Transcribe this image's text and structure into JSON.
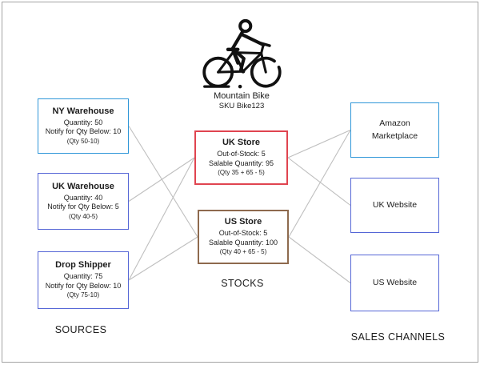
{
  "product": {
    "name": "Mountain Bike",
    "sku": "SKU Bike123",
    "icon": "mountain-bike-icon"
  },
  "column_labels": {
    "sources": "SOURCES",
    "stocks": "STOCKS",
    "channels": "SALES CHANNELS"
  },
  "sources": [
    {
      "id": "ny-warehouse",
      "title": "NY Warehouse",
      "line1": "Quantity: 50",
      "line2": "Notify for Qty Below: 10",
      "formula": "(Qty 50-10)",
      "border_color": "#2e96d8"
    },
    {
      "id": "uk-warehouse",
      "title": "UK Warehouse",
      "line1": "Quantity: 40",
      "line2": "Notify for Qty Below: 5",
      "formula": "(Qty 40-5)",
      "border_color": "#5566d6"
    },
    {
      "id": "drop-shipper",
      "title": "Drop Shipper",
      "line1": "Quantity: 75",
      "line2": "Notify for Qty Below: 10",
      "formula": "(Qty 75-10)",
      "border_color": "#5566d6"
    }
  ],
  "stocks": [
    {
      "id": "uk-store",
      "title": "UK Store",
      "line1": "Out-of-Stock: 5",
      "line2": "Salable Quantity: 95",
      "formula": "(Qty 35 + 65 - 5)",
      "border_color": "#e04450"
    },
    {
      "id": "us-store",
      "title": "US Store",
      "line1": "Out-of-Stock: 5",
      "line2": "Salable Quantity: 100",
      "formula": "(Qty 40 + 65 - 5)",
      "border_color": "#8e6a4e"
    }
  ],
  "channels": [
    {
      "id": "amazon",
      "title": "Amazon Marketplace",
      "border_color": "#2e96d8"
    },
    {
      "id": "uk-website",
      "title": "UK Website",
      "border_color": "#5566d6"
    },
    {
      "id": "us-website",
      "title": "US Website",
      "border_color": "#5566d6"
    }
  ],
  "edges": [
    {
      "from": "ny-warehouse",
      "to": "us-store"
    },
    {
      "from": "uk-warehouse",
      "to": "uk-store"
    },
    {
      "from": "drop-shipper",
      "to": "uk-store"
    },
    {
      "from": "drop-shipper",
      "to": "us-store"
    },
    {
      "from": "uk-store",
      "to": "amazon"
    },
    {
      "from": "uk-store",
      "to": "uk-website"
    },
    {
      "from": "us-store",
      "to": "amazon"
    },
    {
      "from": "us-store",
      "to": "us-website"
    }
  ],
  "colors": {
    "connector": "#bfbfbf",
    "text": "#1c1c1c",
    "frame_border": "#a3a3a3",
    "icon_stroke": "#111111"
  }
}
